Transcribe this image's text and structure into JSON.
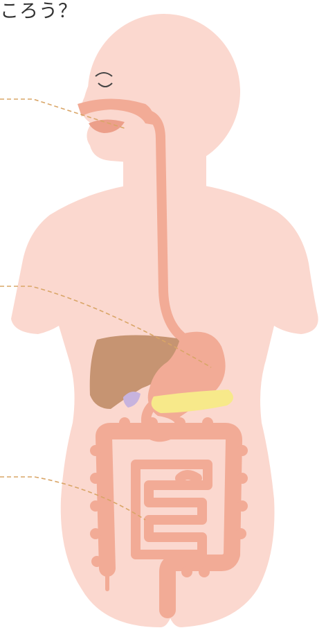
{
  "heading": "ころう？",
  "colors": {
    "background": "#ffffff",
    "body": "#fbd8cf",
    "organ": "#f2ab96",
    "organ_dark": "#ec9f8a",
    "liver": "#c69472",
    "pancreas": "#f7e98a",
    "gallbladder": "#c7b3de",
    "leader_line": "#d9a567",
    "text": "#333333"
  },
  "annotations": [
    {
      "name": "mouth-leader",
      "target": "mouth"
    },
    {
      "name": "stomach-leader",
      "target": "stomach"
    },
    {
      "name": "intestine-leader",
      "target": "small-intestine"
    }
  ]
}
